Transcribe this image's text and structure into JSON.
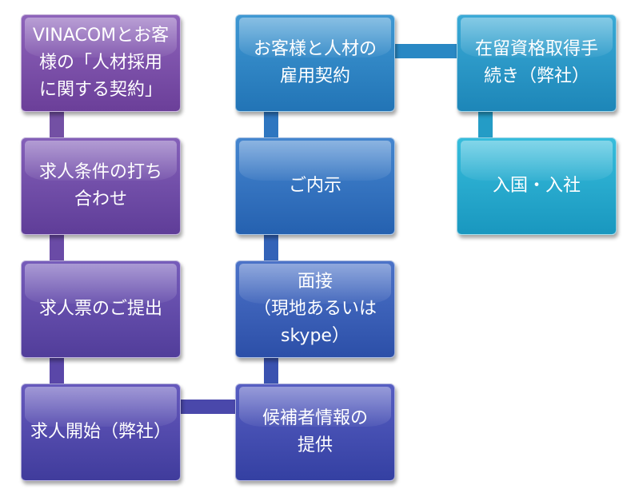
{
  "nodes": [
    {
      "id": "n1",
      "lines": [
        "VINACOMとお客",
        "様の「人材採用",
        "に関する契約」"
      ],
      "color": "#7b4fa8"
    },
    {
      "id": "n2",
      "lines": [
        "求人条件の打ち",
        "合わせ"
      ],
      "color": "#6f4aa6"
    },
    {
      "id": "n3",
      "lines": [
        "求人票のご提出"
      ],
      "color": "#5f45a8"
    },
    {
      "id": "n4",
      "lines": [
        "求人開始（弊社）"
      ],
      "color": "#4d43a8"
    },
    {
      "id": "n5",
      "lines": [
        "候補者情報の",
        "提供"
      ],
      "color": "#3f46ad"
    },
    {
      "id": "n6",
      "lines": [
        "面接",
        "（現地あるいは",
        "skype）"
      ],
      "color": "#3658b4"
    },
    {
      "id": "n7",
      "lines": [
        "ご内示"
      ],
      "color": "#2f6bbd"
    },
    {
      "id": "n8",
      "lines": [
        "お客様と人材の",
        "雇用契約"
      ],
      "color": "#2b7fc4"
    },
    {
      "id": "n9",
      "lines": [
        "在留資格取得手",
        "続き（弊社）"
      ],
      "color": "#2692c4"
    },
    {
      "id": "n10",
      "lines": [
        "入国・入社"
      ],
      "color": "#22a6c9"
    }
  ]
}
